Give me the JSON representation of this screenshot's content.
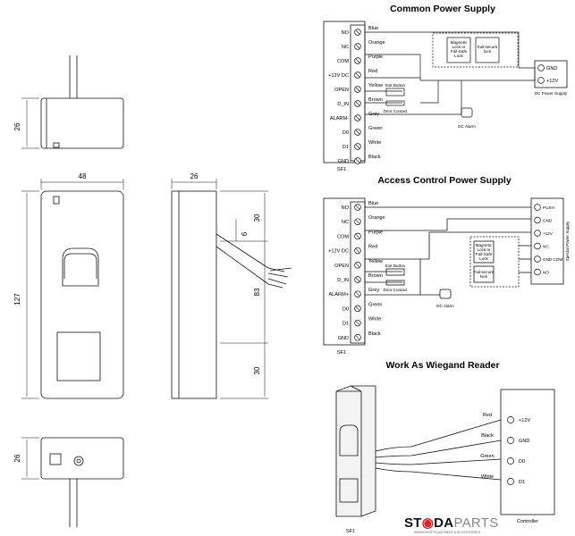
{
  "dimensions": {
    "top_height": "26",
    "front_width": "48",
    "front_height": "127",
    "side_width": "26",
    "side_top": "30",
    "side_mid": "83",
    "side_bottom": "30",
    "cable": "6",
    "bottom_height": "26"
  },
  "common": {
    "title": "Common Power Supply",
    "terminals": [
      "NO",
      "NC",
      "COM",
      "+12V DC",
      "OPEN",
      "D_IN",
      "ALARM-",
      "D0",
      "D1",
      "GND"
    ],
    "wires": [
      "Blue",
      "Orange",
      "Purple",
      "Red",
      "Yellow",
      "Brown",
      "Grey",
      "Green",
      "White",
      "Black"
    ],
    "lock_magnetic": [
      "Magnetic",
      "Lock or",
      "Fail-Safe",
      "Lock"
    ],
    "lock_failsecure": [
      "Fail-secure",
      "lock"
    ],
    "exit_button": "Exit Button",
    "door_contact": "Door Contact",
    "dc_alarm": "DC  Alarm",
    "psu_labels": [
      "GND",
      "+12V"
    ],
    "psu_title": "DC Power Supply",
    "unit": "SF1"
  },
  "access": {
    "title": "Access Control Power Supply",
    "terminals": [
      "NO",
      "NC",
      "COM",
      "+12V DC",
      "OPEN",
      "D_IN",
      "ALARM+",
      "D0",
      "D1",
      "GND"
    ],
    "wires": [
      "Blue",
      "Orange",
      "Purple",
      "Red",
      "Yellow",
      "Brown",
      "Grey",
      "Green",
      "White",
      "Black"
    ],
    "psu_labels": [
      "PUSH",
      "GND",
      "+12V",
      "NC",
      "GND COM",
      "NO"
    ],
    "psu_title": "Special Power Supply",
    "lock_magnetic": [
      "Magnetic",
      "Lock or",
      "Fail-Safe",
      "Lock"
    ],
    "lock_failsecure": [
      "Fail-secure",
      "lock"
    ],
    "exit_button": "Exit Button",
    "door_contact": "Door Contact",
    "dc_alarm": "DC Alarm",
    "unit": "SF1"
  },
  "wiegand": {
    "title": "Work As Wiegand Reader",
    "wires": [
      "Red",
      "Black",
      "Green",
      "White"
    ],
    "controller_labels": [
      "+12V",
      "GND",
      "D0",
      "D1"
    ],
    "controller": "Controller",
    "unit": "SF1"
  },
  "brand": {
    "name_dark": "ST",
    "name_o": "◉",
    "name_dark2": "DA",
    "name_light": "PARTS",
    "tagline": "WORKSHOP EQUIPMENT & ACCESSORIES"
  },
  "colors": {
    "line": "#111111",
    "accent_red": "#d9262c"
  }
}
